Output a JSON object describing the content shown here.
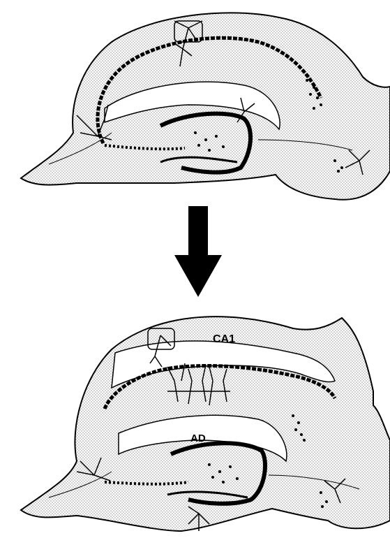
{
  "figure": {
    "labels": {
      "ca1": "CA1",
      "ad": "AD"
    },
    "colors": {
      "ink": "#000000",
      "background": "#ffffff",
      "stipple": "#bdbdbd"
    },
    "panels": [
      "upper-hippocampus-section",
      "lower-hippocampus-section"
    ],
    "transition_icon": "down-arrow-icon"
  }
}
